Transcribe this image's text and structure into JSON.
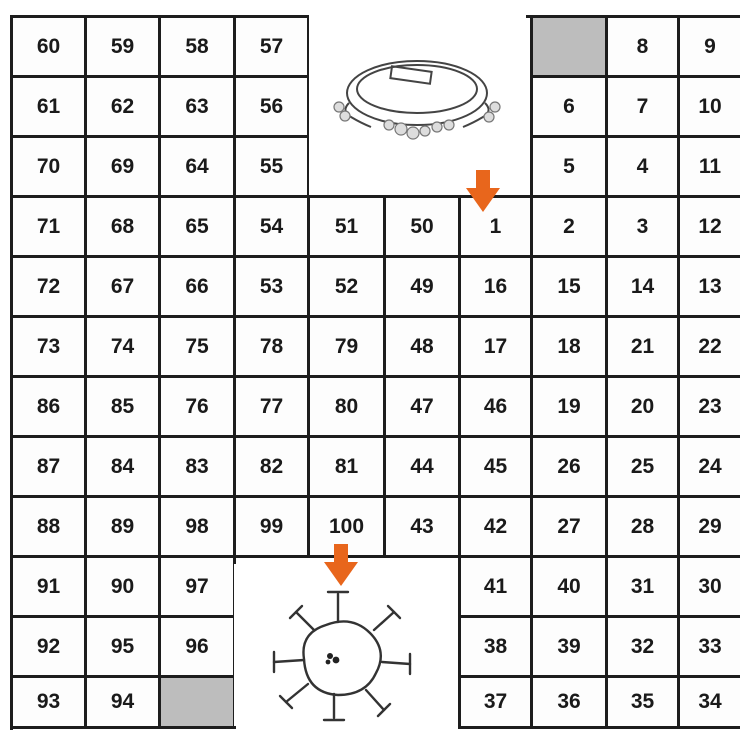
{
  "board": {
    "columns": 10,
    "rows": 12,
    "cells": [
      [
        "60",
        "59",
        "58",
        "57",
        "",
        "",
        "",
        "#",
        "8",
        "9"
      ],
      [
        "61",
        "62",
        "63",
        "56",
        "",
        "",
        "",
        "6",
        "7",
        "10"
      ],
      [
        "70",
        "69",
        "64",
        "55",
        "",
        "",
        "",
        "5",
        "4",
        "11"
      ],
      [
        "71",
        "68",
        "65",
        "54",
        "51",
        "50",
        "1",
        "2",
        "3",
        "12"
      ],
      [
        "72",
        "67",
        "66",
        "53",
        "52",
        "49",
        "16",
        "15",
        "14",
        "13"
      ],
      [
        "73",
        "74",
        "75",
        "78",
        "79",
        "48",
        "17",
        "18",
        "21",
        "22"
      ],
      [
        "86",
        "85",
        "76",
        "77",
        "80",
        "47",
        "46",
        "19",
        "20",
        "23"
      ],
      [
        "87",
        "84",
        "83",
        "82",
        "81",
        "44",
        "45",
        "26",
        "25",
        "24"
      ],
      [
        "88",
        "89",
        "98",
        "99",
        "100",
        "43",
        "42",
        "27",
        "28",
        "29"
      ],
      [
        "91",
        "90",
        "97",
        "",
        "",
        "",
        "41",
        "40",
        "31",
        "30"
      ],
      [
        "92",
        "95",
        "96",
        "",
        "",
        "",
        "38",
        "39",
        "32",
        "33"
      ],
      [
        "93",
        "94",
        "#",
        "",
        "",
        "",
        "37",
        "36",
        "35",
        "34"
      ]
    ]
  },
  "pictures": [
    {
      "name": "stadium",
      "icon": "stadium-icon"
    },
    {
      "name": "virus",
      "icon": "virus-icon"
    }
  ],
  "arrows": [
    {
      "name": "start-arrow",
      "icon": "arrow-down-icon",
      "color": "#e8661c"
    },
    {
      "name": "finish-arrow",
      "icon": "arrow-down-icon",
      "color": "#e8661c"
    }
  ],
  "colors": {
    "grid": "#1d1d1d",
    "empty_square": "#bdbdbd",
    "arrow": "#e8661c"
  }
}
